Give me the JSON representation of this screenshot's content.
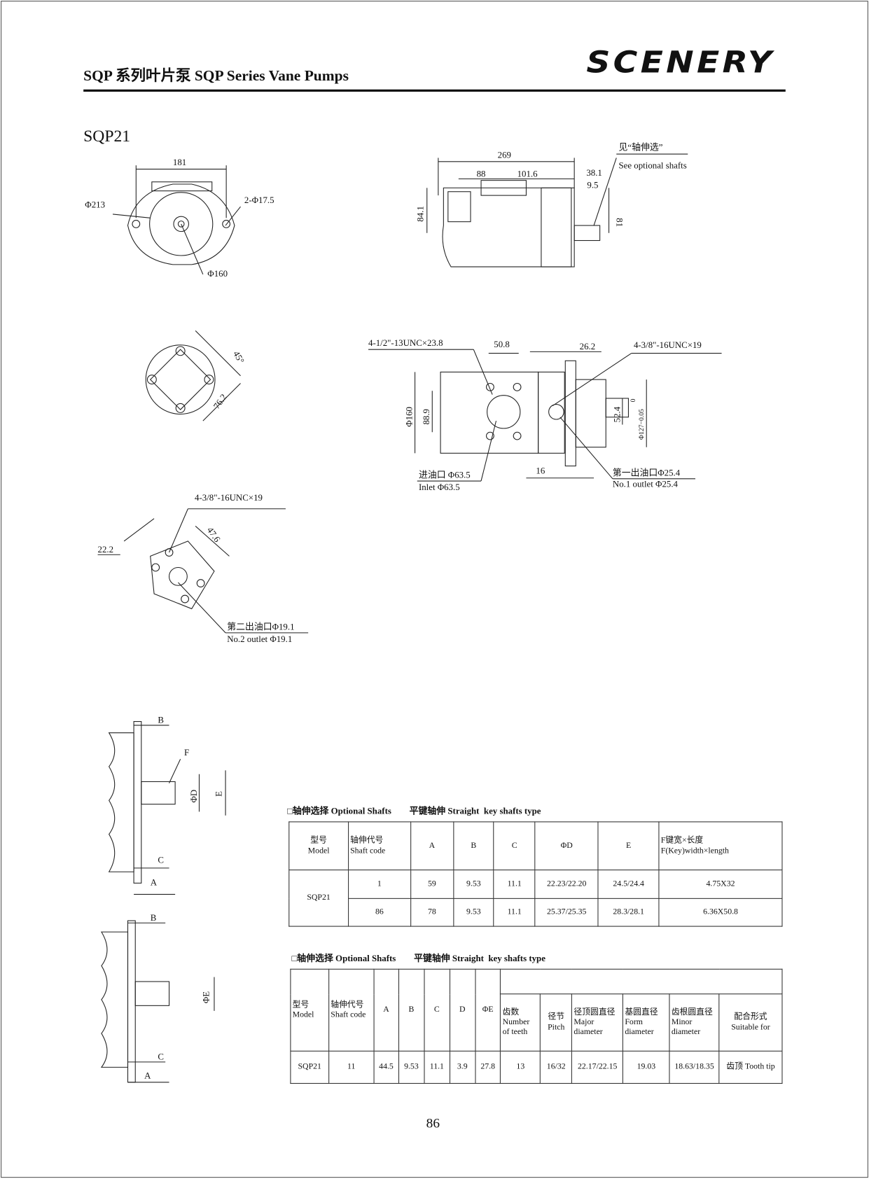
{
  "header": {
    "title": "SQP 系列叶片泵 SQP  Series  Vane Pumps",
    "logo": "SCENERY"
  },
  "model": "SQP21",
  "drawings": {
    "flange_view": {
      "width": "181",
      "phi213": "Φ213",
      "holes": "2-Φ17.5",
      "phi160": "Φ160"
    },
    "side_view": {
      "total": "269",
      "d88": "88",
      "d101": "101.6",
      "d38": "38.1",
      "d9": "9.5",
      "h84": "84.1",
      "h81": "81",
      "note_cn": "见“轴伸选”",
      "note_en": "See optional shafts"
    },
    "port_view": {
      "angle": "45°",
      "d76": "76.2"
    },
    "top_view": {
      "thread1": "4-1/2\"-13UNC×23.8",
      "d50": "50.8",
      "d26": "26.2",
      "thread2": "4-3/8\"-16UNC×19",
      "phi160": "Φ160",
      "d88": "88.9",
      "d52": "52.4",
      "phi127": "Φ127−0.05",
      "tol0": "0",
      "inlet_cn": "进油口 Φ63.5",
      "inlet_en": "Inlet  Φ63.5",
      "d16": "16",
      "out1_cn": "第一出油口Φ25.4",
      "out1_en": "No.1 outlet Φ25.4"
    },
    "outlet2_view": {
      "thread": "4-3/8\"-16UNC×19",
      "d22": "22.2",
      "d47": "47.6",
      "out2_cn": "第二出油口Φ19.1",
      "out2_en": "No.2 outlet Φ19.1"
    },
    "shaft1": {
      "B": "B",
      "F": "F",
      "D": "ΦD",
      "E": "E",
      "C": "C",
      "A": "A"
    },
    "shaft2": {
      "B": "B",
      "E": "ΦE",
      "C": "C",
      "A": "A"
    }
  },
  "table1": {
    "title": "□轴伸选择 Optional Shafts        平键轴伸 Straight  key shafts type",
    "headers": [
      "型号",
      "Model",
      "轴伸代号",
      "Shaft code",
      "A",
      "B",
      "C",
      "ΦD",
      "E",
      "F键宽×长度",
      "F(Key)width×length"
    ],
    "model": "SQP21",
    "rows": [
      [
        "1",
        "59",
        "9.53",
        "11.1",
        "22.23/22.20",
        "24.5/24.4",
        "4.75X32"
      ],
      [
        "86",
        "78",
        "9.53",
        "11.1",
        "25.37/25.35",
        "28.3/28.1",
        "6.36X50.8"
      ]
    ]
  },
  "table2": {
    "title": "□轴伸选择 Optional Shafts        平键轴伸 Straight  key shafts type",
    "headers": [
      "型号",
      "Model",
      "轴伸代号",
      "Shaft code",
      "A",
      "B",
      "C",
      "D",
      "ΦE",
      "齿数",
      "Number",
      "of teeth",
      "径节",
      "Pitch",
      "径顶圆直径",
      "Major",
      "diameter",
      "基圆直径",
      "Form",
      "diameter",
      "齿根圆直径",
      "Minor",
      "diameter",
      "配合形式",
      "Suitable for"
    ],
    "row": [
      "SQP21",
      "11",
      "44.5",
      "9.53",
      "11.1",
      "3.9",
      "27.8",
      "13",
      "16/32",
      "22.17/22.15",
      "19.03",
      "18.63/18.35",
      "齿顶 Tooth tip"
    ]
  },
  "page_number": "86"
}
